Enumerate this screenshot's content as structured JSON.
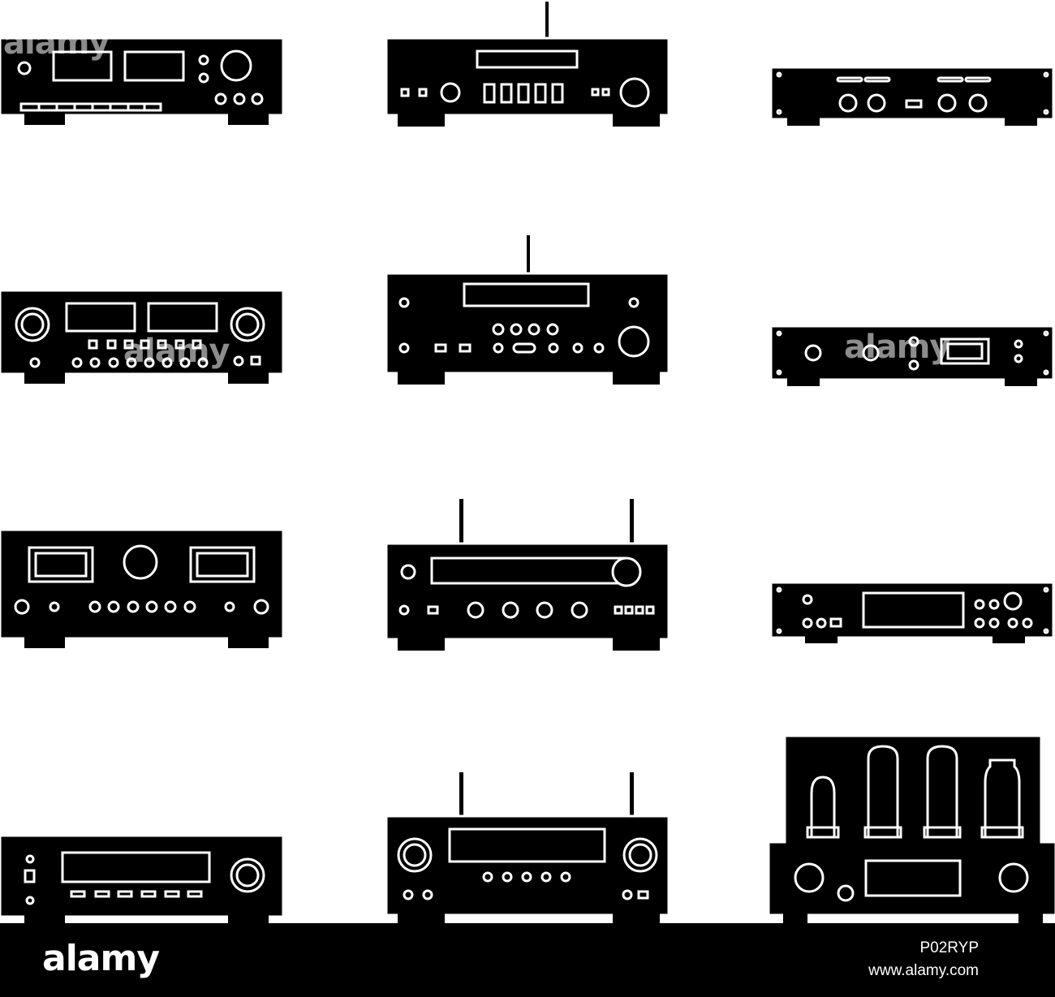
{
  "palette": {
    "device": "#000000",
    "detail": "#ffffff",
    "background": "#ffffff",
    "footer": "#000000"
  },
  "icons": [
    "stereo-receiver-icon",
    "network-receiver-icon",
    "rack-power-amplifier-icon",
    "integrated-amplifier-icon",
    "av-receiver-icon",
    "rack-preamplifier-icon",
    "dual-meter-amplifier-icon",
    "dual-antenna-receiver-icon",
    "rack-tuner-icon",
    "slim-receiver-icon",
    "home-theater-receiver-icon",
    "tube-amplifier-icon"
  ],
  "footer": {
    "logo": "alamy",
    "image_id": "P02RYP",
    "url": "www.alamy.com"
  },
  "watermark": {
    "text": "alamy"
  }
}
